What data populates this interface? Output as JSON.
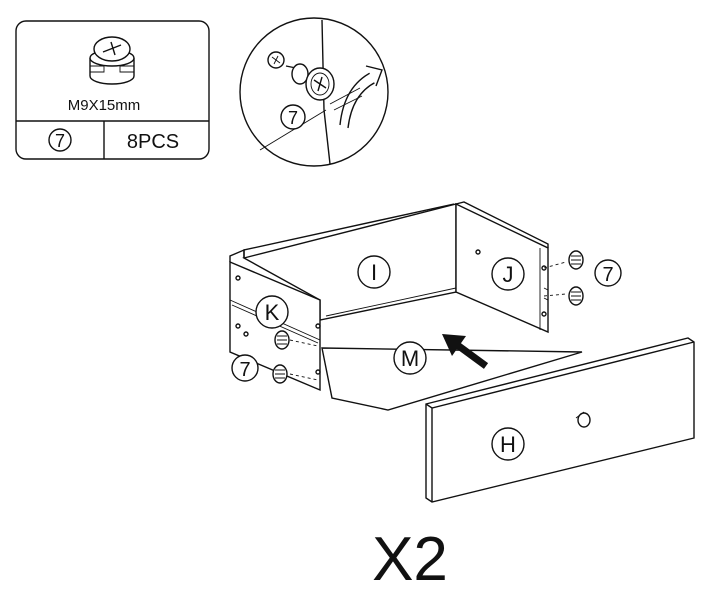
{
  "hardware_box": {
    "size": "M9X15mm",
    "part_number": "7",
    "quantity": "8PCS"
  },
  "detail": {
    "part_number": "7"
  },
  "panels": {
    "back": "I",
    "side_right": "J",
    "side_left": "K",
    "bottom": "M",
    "front": "H"
  },
  "callouts": {
    "right": "7",
    "left": "7"
  },
  "multiplier": "X2"
}
